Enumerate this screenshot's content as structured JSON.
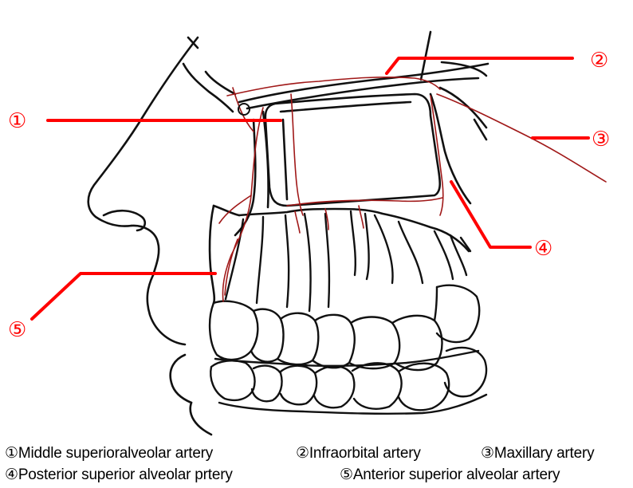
{
  "markers": {
    "m1": "①",
    "m2": "②",
    "m3": "③",
    "m4": "④",
    "m5": "⑤"
  },
  "legend": {
    "row1": {
      "item1": "①Middle superioralveolar artery",
      "item2": "②Infraorbital artery",
      "item3": "③Maxillary artery"
    },
    "row2": {
      "item4": "④Posterior superior alveolar prtery",
      "item5": "⑤Anterior superior alveolar artery"
    }
  },
  "colors": {
    "leader_line": "#ff0000",
    "artery": "#a01818",
    "outline": "#111111"
  }
}
